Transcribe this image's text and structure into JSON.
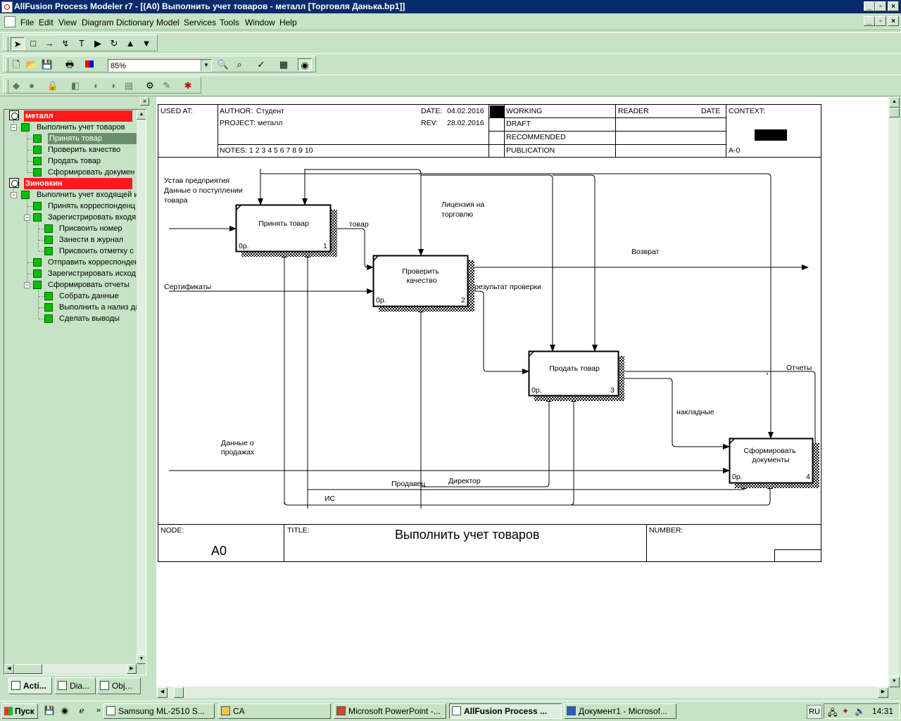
{
  "window": {
    "title": "AllFusion Process Modeler r7 - [(A0) Выполнить учет  товаров - металл  [Торговля Данька.bp1]]"
  },
  "menu": [
    "File",
    "Edit",
    "View",
    "Diagram",
    "Dictionary",
    "Model",
    "Services",
    "Tools",
    "Window",
    "Help"
  ],
  "toolbar": {
    "zoom_value": "85%"
  },
  "tree": {
    "items": [
      {
        "label": "металл",
        "type": "model"
      },
      {
        "label": "Выполнить учет  товаров"
      },
      {
        "label": "Принять товар",
        "selected": true
      },
      {
        "label": "Проверить качество"
      },
      {
        "label": "Продать товар"
      },
      {
        "label": "Сформировать докумен"
      },
      {
        "label": "Зиновкин",
        "type": "model"
      },
      {
        "label": "Выполнить учет  входящей и"
      },
      {
        "label": "Принять  корреспонденц"
      },
      {
        "label": "Зарегистрировать входя"
      },
      {
        "label": "Присвоить номер"
      },
      {
        "label": "Занести в журнал"
      },
      {
        "label": "Присвоить отметку  с"
      },
      {
        "label": "Отправить корреспонден"
      },
      {
        "label": "Зарегистрировать исход"
      },
      {
        "label": "Сформировать отчеты"
      },
      {
        "label": "Собрать данные"
      },
      {
        "label": "Выполнить а нализ да"
      },
      {
        "label": "Сделать выводы"
      }
    ],
    "tabs": [
      "Acti...",
      "Dia...",
      "Obj..."
    ]
  },
  "frame": {
    "used_at": "USED AT:",
    "author_label": "AUTHOR:",
    "author": "Студент",
    "project_label": "PROJECT:",
    "project": "металл",
    "date_label": "DATE:",
    "date": "04.02.2016",
    "rev_label": "REV:",
    "rev": "28.02.2016",
    "notes": "NOTES:  1  2  3  4  5  6  7  8  9  10",
    "status": [
      "WORKING",
      "DRAFT",
      "RECOMMENDED",
      "PUBLICATION"
    ],
    "reader_label": "READER",
    "reader_date_label": "DATE",
    "context_label": "CONTEXT:",
    "context_node": "A-0",
    "node_label": "NODE:",
    "node": "A0",
    "title_label": "TITLE:",
    "title": "Выполнить учет  товаров",
    "number_label": "NUMBER:"
  },
  "diagram": {
    "boxes": [
      {
        "name": "Принять товар",
        "cost": "0р.",
        "num": "1"
      },
      {
        "name": "Проверить качество",
        "cost": "0р.",
        "num": "2"
      },
      {
        "name": "Продать товар",
        "cost": "0р.",
        "num": "3"
      },
      {
        "name": "Сформировать документы",
        "cost": "0р.",
        "num": "4"
      }
    ],
    "arrow_labels": {
      "ustav": "Устав предприятия",
      "dannye_post": "Данные о поступлении",
      "tovara": "товара",
      "tovar": "товар",
      "licenzia1": "Лицензия на",
      "licenzia2": "торговлю",
      "vozvrat": "Возврат",
      "sertifikaty": "Сертификаты",
      "rezultat": "результат проверки",
      "otchety": "Отчеты",
      "nakladnye": "накладные",
      "dannye_prod1": "Данные о",
      "dannye_prod2": "продажах",
      "prodavec": "Продавец",
      "direktor": "Директор",
      "is": "ИС"
    }
  },
  "taskbar": {
    "start": "Пуск",
    "tasks": [
      {
        "label": "Samsung ML-2510 S..."
      },
      {
        "label": "CA"
      },
      {
        "label": "Microsoft PowerPoint -..."
      },
      {
        "label": "AllFusion Process ...",
        "active": true
      },
      {
        "label": "Документ1 - Microsof..."
      }
    ],
    "lang": "RU",
    "time": "14:31"
  },
  "colors": {
    "titlebar": "#082b6b",
    "chrome": "#c6e3c6",
    "model_highlight": "#ff1a1a",
    "node_box": "#00c000"
  }
}
